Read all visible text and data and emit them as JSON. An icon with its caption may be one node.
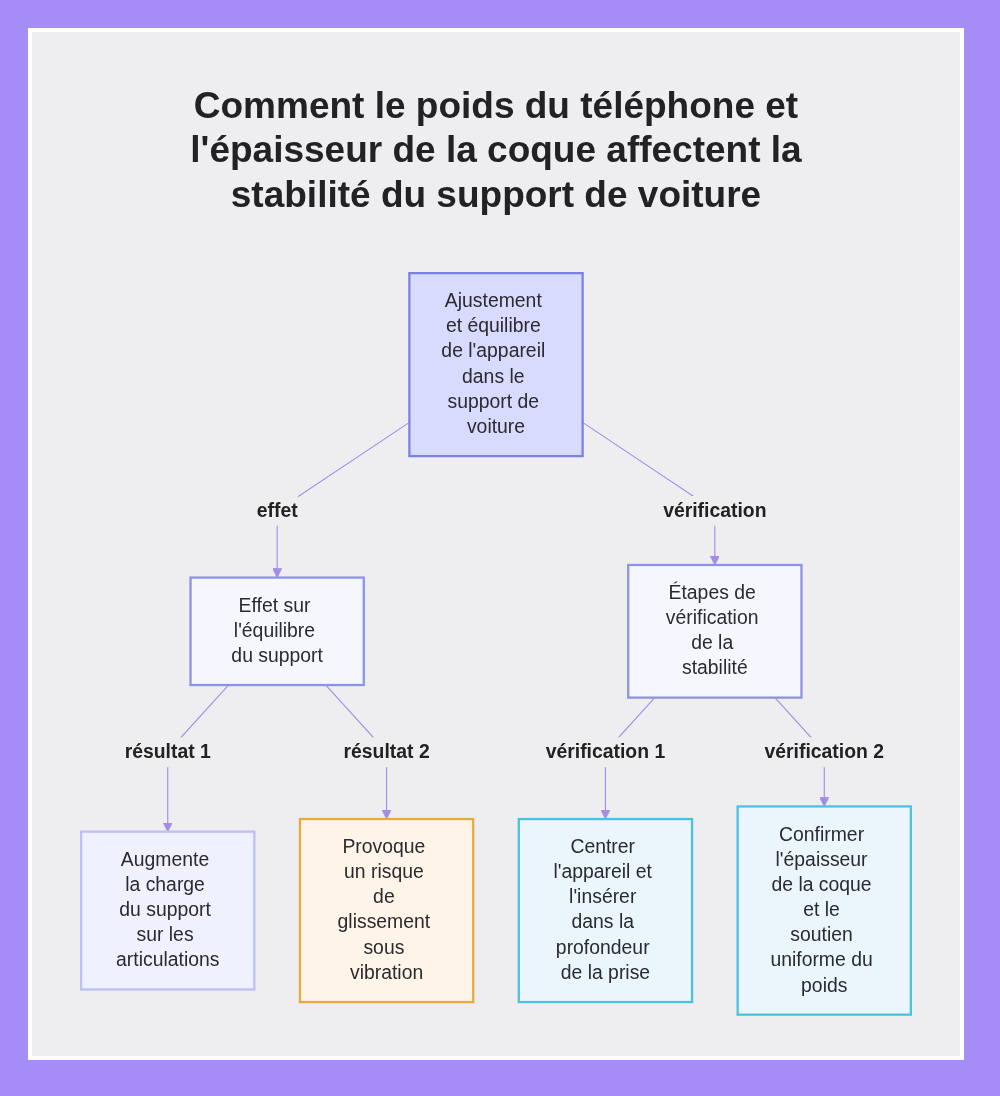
{
  "diagram": {
    "title": "Comment le poids du téléphone et l'épaisseur de la coque affectent la stabilité du support de voiture",
    "nodes": [
      {
        "text": [
          "Ajustement et équilibre de l'appareil dans le support de voiture"
        ]
      },
      {
        "text": [
          "Effet sur l'équilibre du support"
        ]
      },
      {
        "text": [
          "Étapes de vérification de la stabilité"
        ]
      },
      {
        "text": [
          "Augmente la charge du support sur les articulations"
        ]
      },
      {
        "text": [
          "Provoque un risque de glissement sous vibration"
        ]
      },
      {
        "text": [
          "Centrer l'appareil et l'insérer dans la profondeur de la prise"
        ]
      },
      {
        "text": [
          "Confirmer l'épaisseur de la coque et le soutien uniforme du poids"
        ]
      }
    ],
    "edges": [
      {
        "from": 0,
        "to": 1,
        "arrow": "to",
        "label": "effet"
      },
      {
        "from": 0,
        "to": 2,
        "arrow": "to",
        "label": "vérification"
      },
      {
        "from": 1,
        "to": 3,
        "arrow": "to",
        "label": "résultat 1"
      },
      {
        "from": 1,
        "to": 4,
        "arrow": "to",
        "label": "résultat 2"
      },
      {
        "from": 2,
        "to": 5,
        "arrow": "to",
        "label": "vérification 1"
      },
      {
        "from": 2,
        "to": 6,
        "arrow": "to",
        "label": "vérification 2"
      }
    ]
  }
}
